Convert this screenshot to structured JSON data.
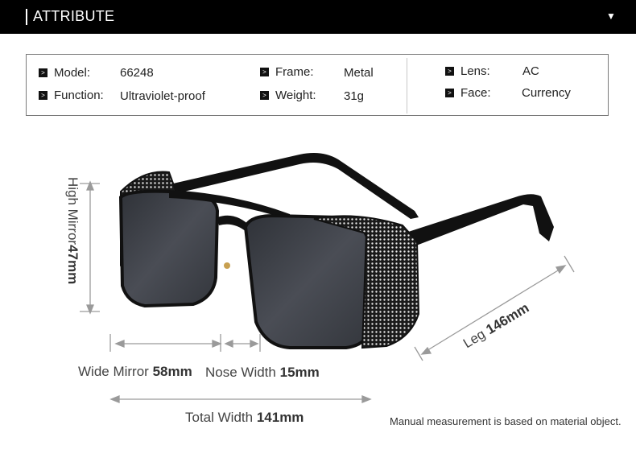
{
  "header": {
    "title": "ATTRIBUTE",
    "toggle_icon": "triangle-down-icon"
  },
  "specs": {
    "model": {
      "label": "Model:",
      "value": "66248"
    },
    "function": {
      "label": "Function:",
      "value": "Ultraviolet-proof"
    },
    "frame": {
      "label": "Frame:",
      "value": "Metal"
    },
    "weight": {
      "label": "Weight:",
      "value": "31g"
    },
    "lens": {
      "label": "Lens:",
      "value": "AC"
    },
    "face": {
      "label": "Face:",
      "value": "Currency"
    }
  },
  "dimensions": {
    "high_mirror": {
      "label": "High Mirror",
      "value": "47mm"
    },
    "wide_mirror": {
      "label": "Wide Mirror",
      "value": "58mm"
    },
    "nose_width": {
      "label": "Nose Width",
      "value": "15mm"
    },
    "total_width": {
      "label": "Total Width",
      "value": "141mm"
    },
    "leg": {
      "label": "Leg",
      "value": "146mm"
    }
  },
  "note": "Manual measurement is based on material object.",
  "colors": {
    "header_bg": "#000000",
    "lens": "#3a3d44",
    "frame": "#111111",
    "arrow": "#9a9a9a"
  }
}
